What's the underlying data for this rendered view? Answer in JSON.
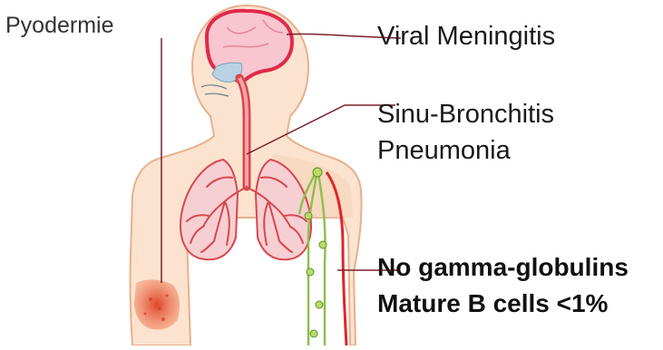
{
  "labels": {
    "pyodermie": "Pyodermie",
    "viral_meningitis": "Viral Meningitis",
    "sinu_bronchitis": "Sinu-Bronchitis",
    "pneumonia": "Pneumonia",
    "no_gamma_globulins": "No gamma-globulins",
    "mature_b_cells": "Mature B cells <1%"
  },
  "colors": {
    "skin": "#fbe3cf",
    "skin_outline": "#e7b08e",
    "brain_outline": "#e02a4a",
    "brain_fill": "#f7c6cf",
    "lung_fill": "#f6cfd2",
    "airway": "#d9474f",
    "sinus": "#b9d2e4",
    "lymph": "#8fc04d",
    "vessel": "#e0242b",
    "lesion": "#ef6a44",
    "leader_line": "#7a1f2a"
  }
}
